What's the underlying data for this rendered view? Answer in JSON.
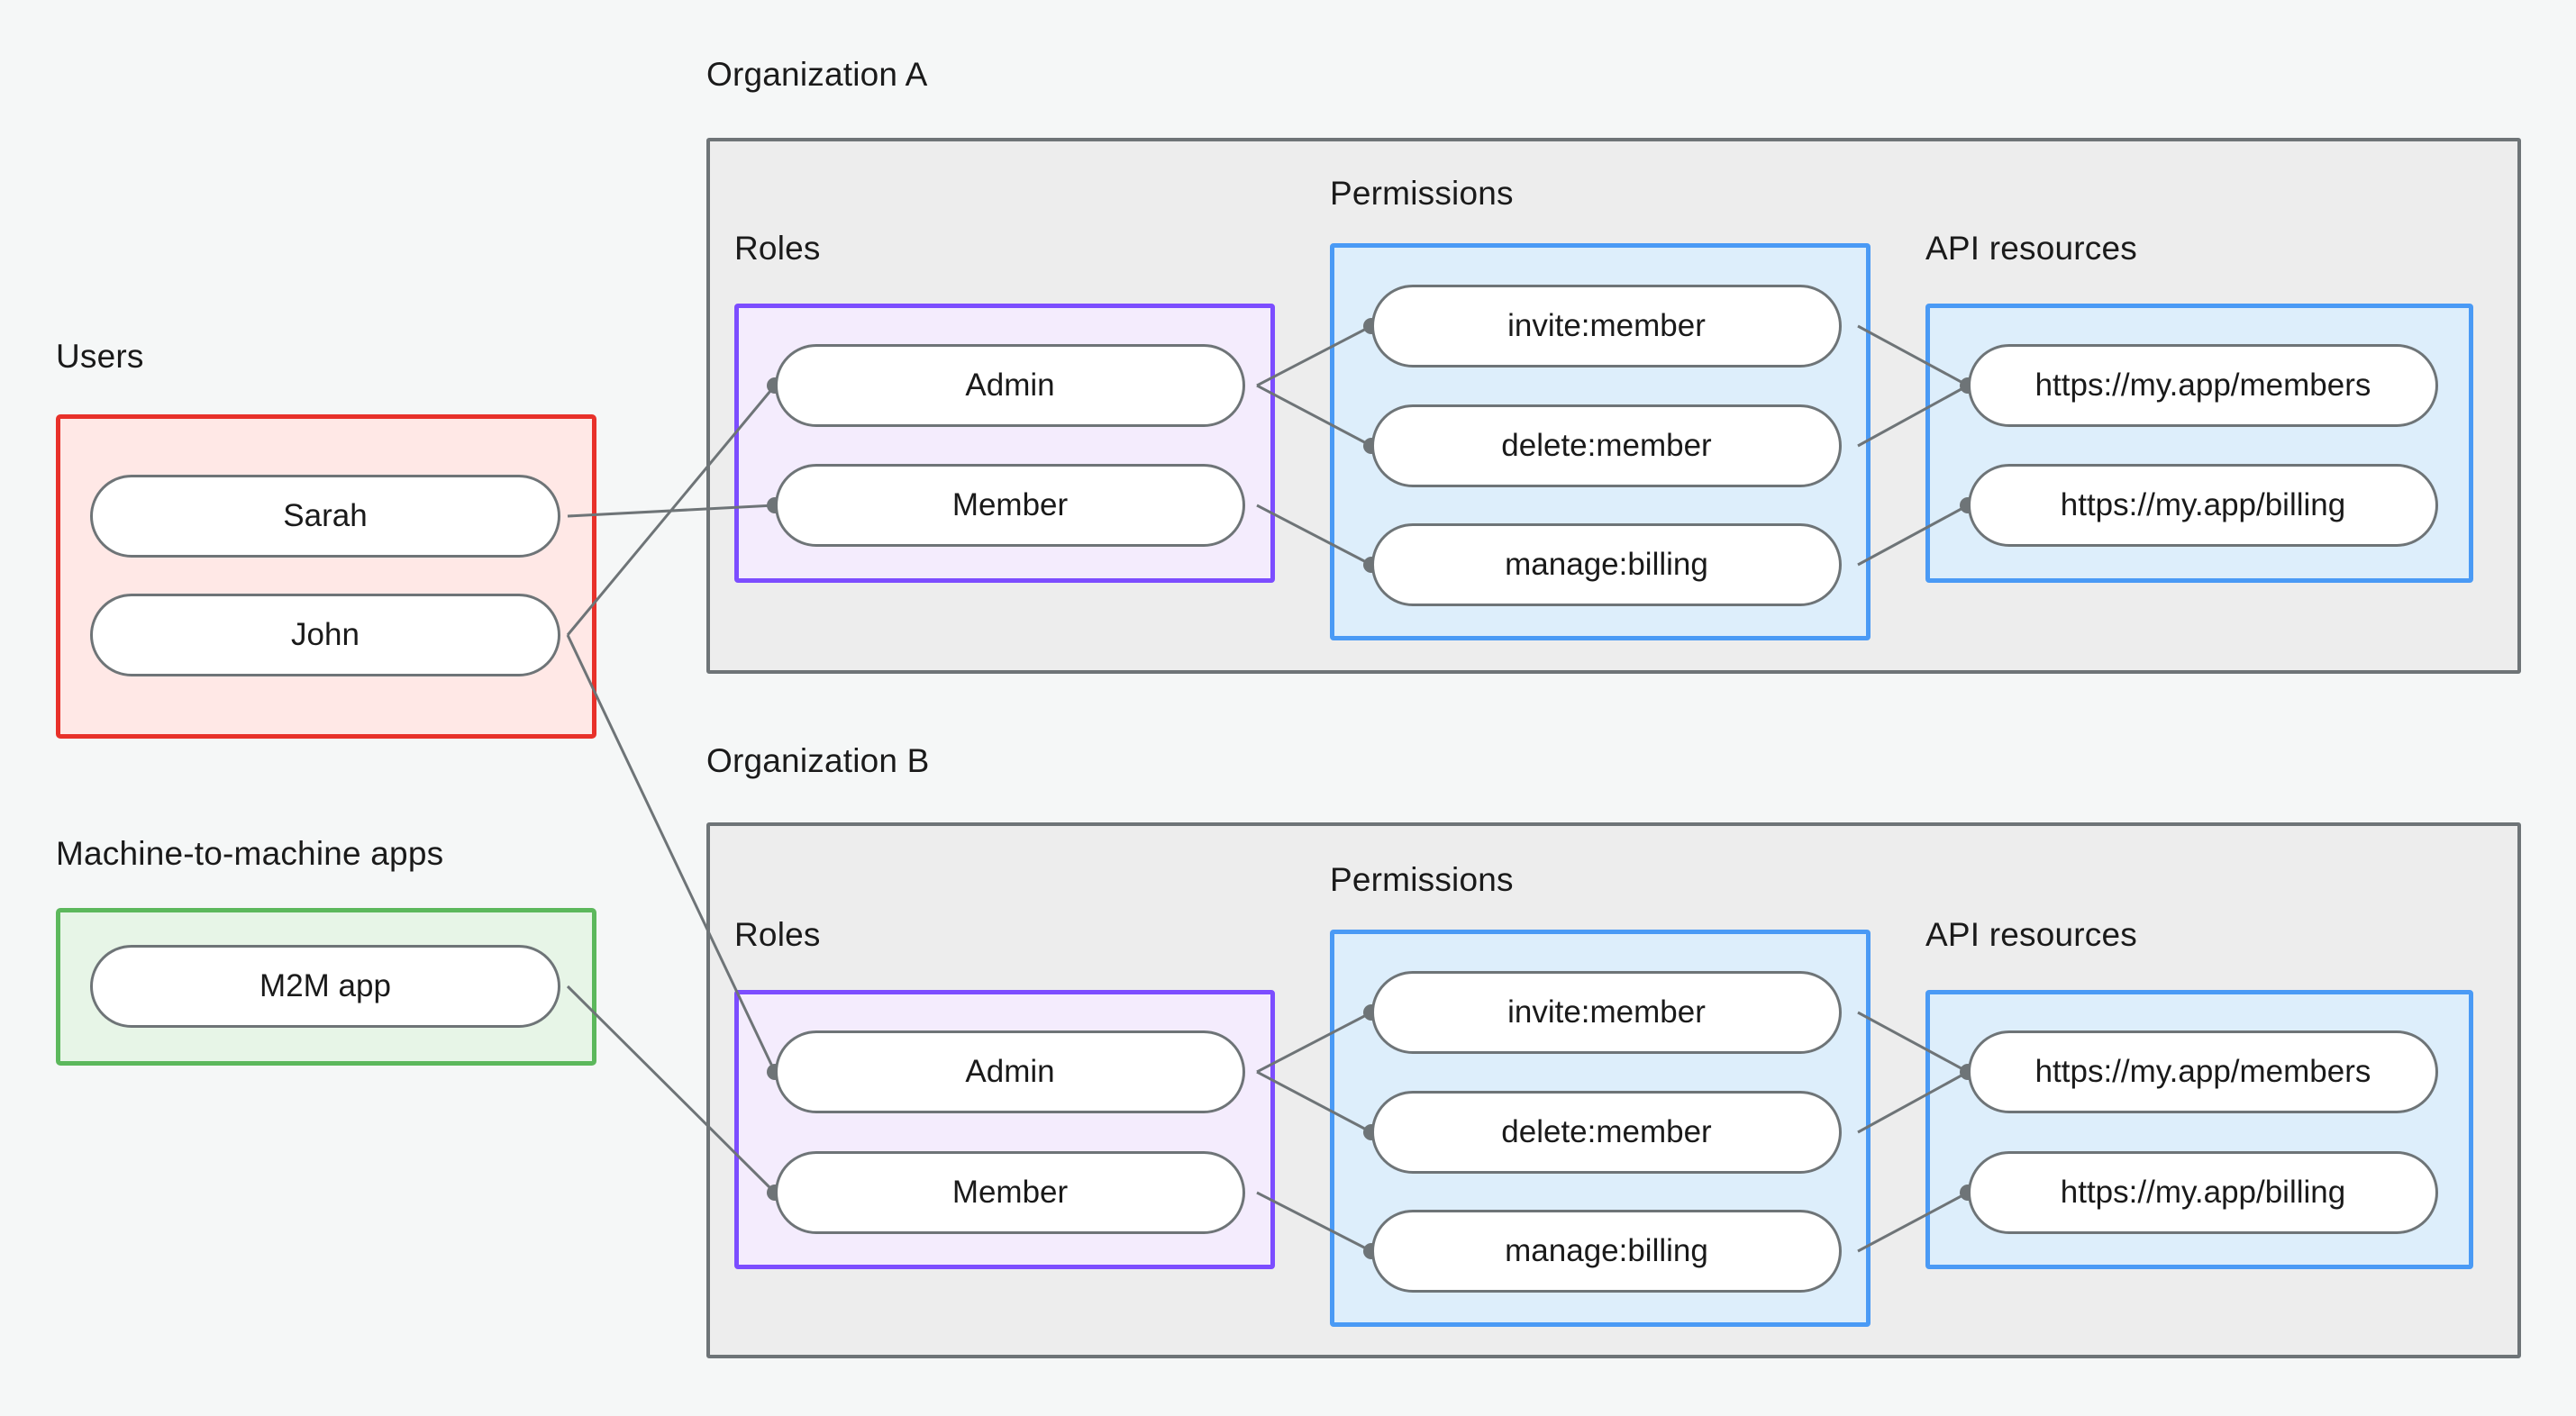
{
  "diagram": {
    "title_visible": false,
    "background_color": "#f5f7f7",
    "groups": {
      "users": {
        "label": "Users",
        "border_color": "#e8312a",
        "fill_color": "#ffe8e6"
      },
      "m2m": {
        "label": "Machine-to-machine apps",
        "border_color": "#5cb85c",
        "fill_color": "#e7f5e7"
      },
      "org_a": {
        "label": "Organization A",
        "border_color": "#6e7477",
        "fill_color": "#ededed"
      },
      "org_b": {
        "label": "Organization B",
        "border_color": "#6e7477",
        "fill_color": "#ededed"
      },
      "roles": {
        "label": "Roles",
        "border_color": "#7c4dff",
        "fill_color": "#f4ecfd"
      },
      "permissions": {
        "label": "Permissions",
        "border_color": "#4a9af5",
        "fill_color": "#ddeefb"
      },
      "api_resources": {
        "label": "API resources",
        "border_color": "#4a9af5",
        "fill_color": "#ddeefb"
      }
    },
    "nodes": {
      "users": [
        {
          "id": "sarah",
          "label": "Sarah"
        },
        {
          "id": "john",
          "label": "John"
        }
      ],
      "m2m_apps": [
        {
          "id": "m2m_app",
          "label": "M2M app"
        }
      ],
      "org_a": {
        "roles": [
          {
            "id": "a_admin",
            "label": "Admin"
          },
          {
            "id": "a_member",
            "label": "Member"
          }
        ],
        "permissions": [
          {
            "id": "a_invite",
            "label": "invite:member"
          },
          {
            "id": "a_delete",
            "label": "delete:member"
          },
          {
            "id": "a_billing",
            "label": "manage:billing"
          }
        ],
        "api_resources": [
          {
            "id": "a_res_members",
            "label": "https://my.app/members"
          },
          {
            "id": "a_res_billing",
            "label": "https://my.app/billing"
          }
        ]
      },
      "org_b": {
        "roles": [
          {
            "id": "b_admin",
            "label": "Admin"
          },
          {
            "id": "b_member",
            "label": "Member"
          }
        ],
        "permissions": [
          {
            "id": "b_invite",
            "label": "invite:member"
          },
          {
            "id": "b_delete",
            "label": "delete:member"
          },
          {
            "id": "b_billing",
            "label": "manage:billing"
          }
        ],
        "api_resources": [
          {
            "id": "b_res_members",
            "label": "https://my.app/members"
          },
          {
            "id": "b_res_billing",
            "label": "https://my.app/billing"
          }
        ]
      }
    },
    "edges": [
      {
        "from": "sarah",
        "to": "a_member"
      },
      {
        "from": "john",
        "to": "a_admin"
      },
      {
        "from": "john",
        "to": "b_admin"
      },
      {
        "from": "m2m_app",
        "to": "b_member"
      },
      {
        "from": "a_admin",
        "to": "a_invite"
      },
      {
        "from": "a_admin",
        "to": "a_delete"
      },
      {
        "from": "a_member",
        "to": "a_billing"
      },
      {
        "from": "a_invite",
        "to": "a_res_members"
      },
      {
        "from": "a_delete",
        "to": "a_res_members"
      },
      {
        "from": "a_billing",
        "to": "a_res_billing"
      },
      {
        "from": "b_admin",
        "to": "b_invite"
      },
      {
        "from": "b_admin",
        "to": "b_delete"
      },
      {
        "from": "b_member",
        "to": "b_billing"
      },
      {
        "from": "b_invite",
        "to": "b_res_members"
      },
      {
        "from": "b_delete",
        "to": "b_res_members"
      },
      {
        "from": "b_billing",
        "to": "b_res_billing"
      }
    ],
    "edge_style": {
      "line_color": "#6e7477",
      "line_width": 3,
      "endpoint_dot_color": "#6e7477",
      "endpoint_dot_radius": 9
    }
  }
}
